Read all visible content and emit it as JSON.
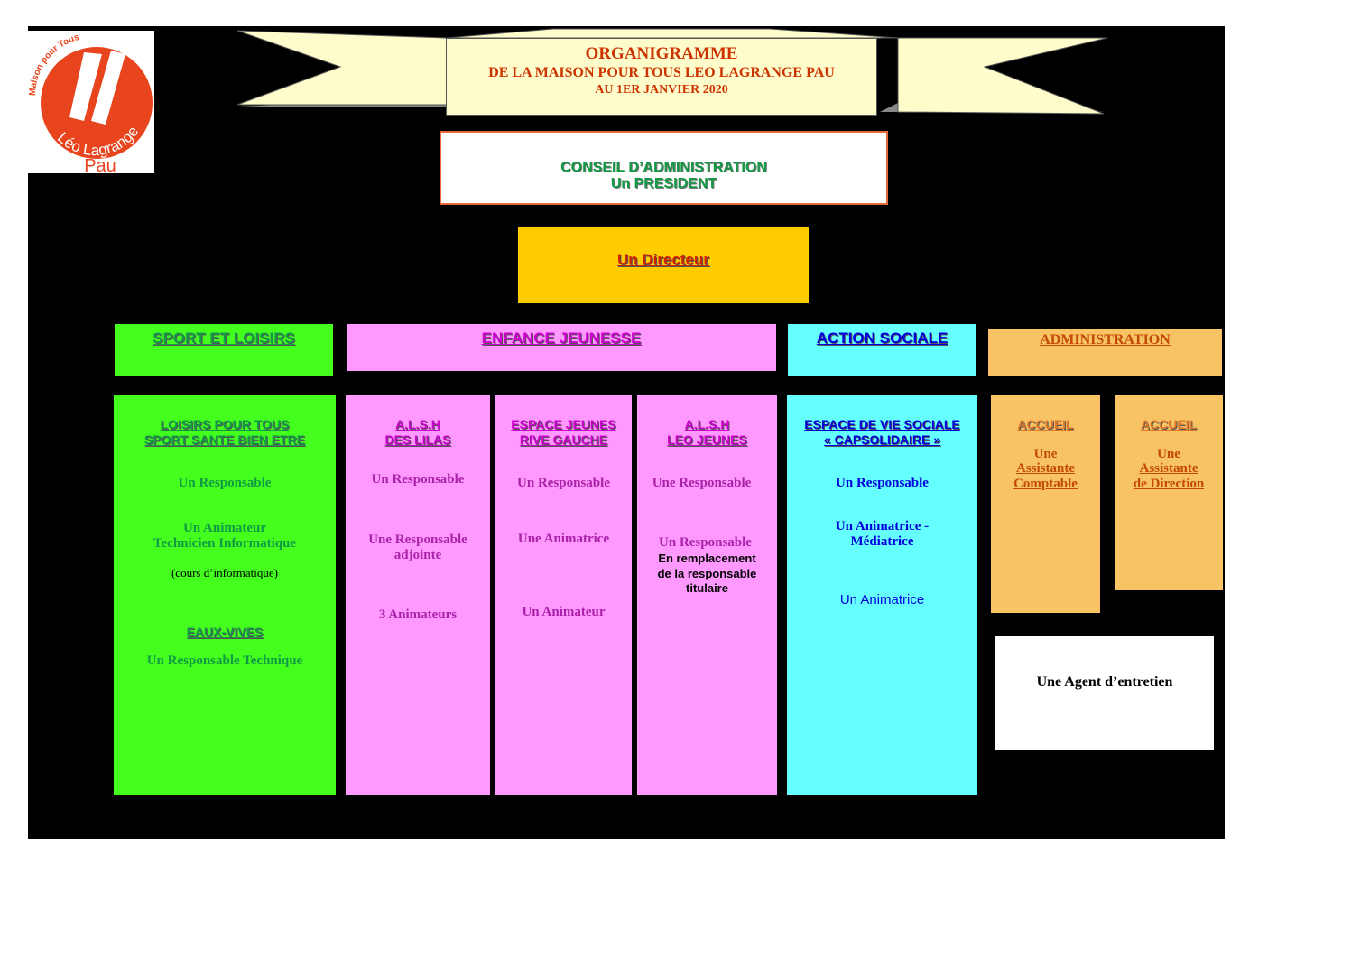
{
  "logo": {
    "top_text": "Maison pour Tous",
    "name": "Léo Lagrange",
    "city": "Pau",
    "color": "#e8451e"
  },
  "title": {
    "line1": "ORGANIGRAMME",
    "line2": "DE LA MAISON POUR TOUS LEO LAGRANGE PAU",
    "line3": "AU 1ER JANVIER 2020"
  },
  "conseil": {
    "line1": "CONSEIL D’ADMINISTRATION",
    "line2": "Un PRESIDENT"
  },
  "directeur": "Un Directeur",
  "headers": {
    "sport": "SPORT ET LOISIRS",
    "enfance": "ENFANCE JEUNESSE",
    "action": "ACTION SOCIALE",
    "admin": "ADMINISTRATION"
  },
  "sport": {
    "title1": "LOISIRS POUR TOUS",
    "title2": "SPORT SANTE BIEN ETRE",
    "role1": "Un  Responsable",
    "role2a": "Un Animateur",
    "role2b": "Technicien Informatique",
    "note": "(cours d’informatique)",
    "eaux": "EAUX-VIVES",
    "role3": "Un Responsable  Technique"
  },
  "lilas": {
    "title1": "A.L.S.H",
    "title2": "DES LILAS",
    "role1": "Un Responsable",
    "role2a": "Une Responsable",
    "role2b": "adjointe",
    "role3": "3 Animateurs"
  },
  "rive": {
    "title1": "ESPACE JEUNES",
    "title2": "RIVE GAUCHE",
    "role1": "Un Responsable",
    "role2": "Une Animatrice",
    "role3": "Un Animateur"
  },
  "leo": {
    "title1": "A.L.S.H",
    "title2": "LEO JEUNES",
    "role1": "Une Responsable",
    "role2": "Un Responsable",
    "note1": "En remplacement",
    "note2": "de la responsable",
    "note3": "titulaire"
  },
  "capso": {
    "title1": "ESPACE DE VIE SOCIALE",
    "title2": "« CAPSOLIDAIRE »",
    "role1": "Un Responsable",
    "role2a": "Un Animatrice -",
    "role2b": "Médiatrice",
    "role3": "Un Animatrice"
  },
  "compta": {
    "title": "ACCUEIL",
    "line1": "Une",
    "line2": "Assistante",
    "line3": "Comptable"
  },
  "direction": {
    "title": "ACCUEIL",
    "line1": "Une",
    "line2": "Assistante",
    "line3": "de Direction"
  },
  "agent": "Une Agent d’entretien"
}
